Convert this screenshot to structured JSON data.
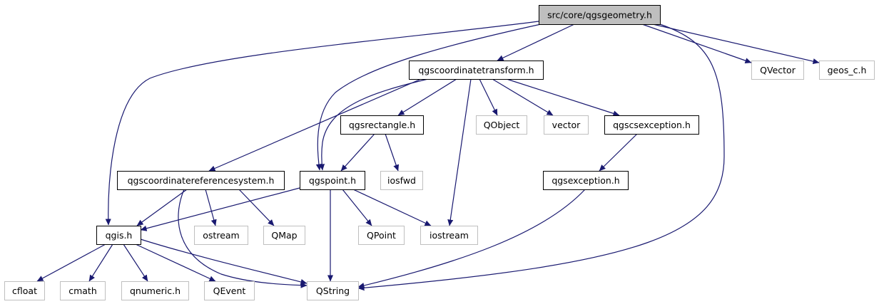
{
  "colors": {
    "edge": "#191970",
    "node_border_strong": "#000000",
    "node_border_external": "#bfbfbf",
    "root_fill": "#bfbfbf",
    "node_fill": "#ffffff"
  },
  "nodes": {
    "root": {
      "label": "src/core/qgsgeometry.h",
      "kind": "root"
    },
    "qgscoordinatetransform": {
      "label": "qgscoordinatetransform.h",
      "kind": "internal"
    },
    "qvector": {
      "label": "QVector",
      "kind": "external"
    },
    "geos_c": {
      "label": "geos_c.h",
      "kind": "external"
    },
    "qgsrectangle": {
      "label": "qgsrectangle.h",
      "kind": "internal"
    },
    "qobject": {
      "label": "QObject",
      "kind": "external"
    },
    "vector": {
      "label": "vector",
      "kind": "external"
    },
    "qgscsexception": {
      "label": "qgscsexception.h",
      "kind": "internal"
    },
    "qgscoordinatereferencesystem": {
      "label": "qgscoordinatereferencesystem.h",
      "kind": "internal"
    },
    "qgspoint": {
      "label": "qgspoint.h",
      "kind": "internal"
    },
    "iosfwd": {
      "label": "iosfwd",
      "kind": "external"
    },
    "qgsexception": {
      "label": "qgsexception.h",
      "kind": "internal"
    },
    "qgis": {
      "label": "qgis.h",
      "kind": "internal"
    },
    "ostream": {
      "label": "ostream",
      "kind": "external"
    },
    "qmap": {
      "label": "QMap",
      "kind": "external"
    },
    "qpoint": {
      "label": "QPoint",
      "kind": "external"
    },
    "iostream": {
      "label": "iostream",
      "kind": "external"
    },
    "cfloat": {
      "label": "cfloat",
      "kind": "external"
    },
    "cmath": {
      "label": "cmath",
      "kind": "external"
    },
    "qnumeric": {
      "label": "qnumeric.h",
      "kind": "external"
    },
    "qevent": {
      "label": "QEvent",
      "kind": "external"
    },
    "qstring": {
      "label": "QString",
      "kind": "external"
    }
  },
  "edges": [
    {
      "from": "root",
      "to": "qgscoordinatetransform"
    },
    {
      "from": "root",
      "to": "qvector"
    },
    {
      "from": "root",
      "to": "geos_c"
    },
    {
      "from": "root",
      "to": "qgis"
    },
    {
      "from": "root",
      "to": "qgspoint"
    },
    {
      "from": "root",
      "to": "qstring"
    },
    {
      "from": "qgscoordinatetransform",
      "to": "qgsrectangle"
    },
    {
      "from": "qgscoordinatetransform",
      "to": "qobject"
    },
    {
      "from": "qgscoordinatetransform",
      "to": "vector"
    },
    {
      "from": "qgscoordinatetransform",
      "to": "qgscsexception"
    },
    {
      "from": "qgscoordinatetransform",
      "to": "qgscoordinatereferencesystem"
    },
    {
      "from": "qgscoordinatetransform",
      "to": "qgspoint"
    },
    {
      "from": "qgscoordinatetransform",
      "to": "iostream"
    },
    {
      "from": "qgsrectangle",
      "to": "qgspoint"
    },
    {
      "from": "qgsrectangle",
      "to": "iosfwd"
    },
    {
      "from": "qgscsexception",
      "to": "qgsexception"
    },
    {
      "from": "qgscoordinatereferencesystem",
      "to": "qgis"
    },
    {
      "from": "qgscoordinatereferencesystem",
      "to": "ostream"
    },
    {
      "from": "qgscoordinatereferencesystem",
      "to": "qmap"
    },
    {
      "from": "qgscoordinatereferencesystem",
      "to": "qstring"
    },
    {
      "from": "qgspoint",
      "to": "qgis"
    },
    {
      "from": "qgspoint",
      "to": "qpoint"
    },
    {
      "from": "qgspoint",
      "to": "iostream"
    },
    {
      "from": "qgspoint",
      "to": "qstring"
    },
    {
      "from": "qgsexception",
      "to": "qstring"
    },
    {
      "from": "qgis",
      "to": "cfloat"
    },
    {
      "from": "qgis",
      "to": "cmath"
    },
    {
      "from": "qgis",
      "to": "qnumeric"
    },
    {
      "from": "qgis",
      "to": "qevent"
    },
    {
      "from": "qgis",
      "to": "qstring"
    }
  ]
}
